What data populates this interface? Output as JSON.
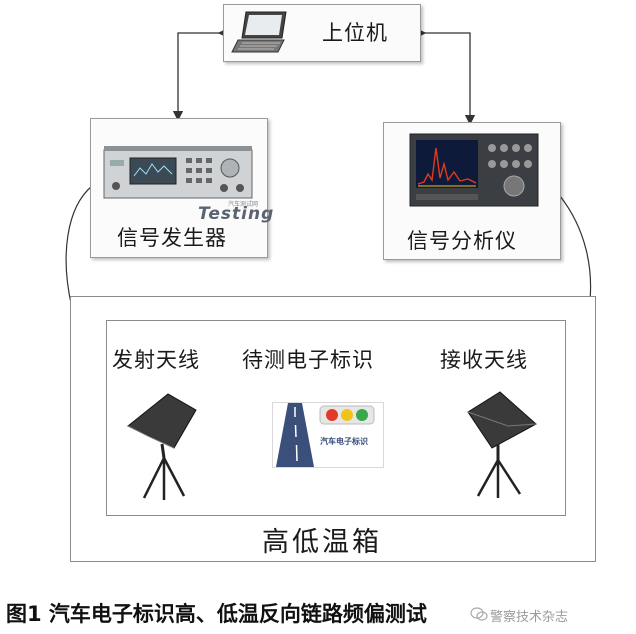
{
  "nodes": {
    "host_pc": "上位机",
    "signal_generator": "信号发生器",
    "signal_analyzer": "信号分析仪",
    "tx_antenna": "发射天线",
    "device_under_test": "待测电子标识",
    "rx_antenna": "接收天线",
    "chamber": "高低温箱"
  },
  "tag_card": {
    "text": "汽车电子标识"
  },
  "watermark": {
    "logo": "Testing",
    "subtext": "汽车测试网",
    "account": "警察技术杂志"
  },
  "caption": "图1  汽车电子标识高、低温反向链路频偏测试",
  "colors": {
    "road": "#3a4f7a",
    "light_red": "#e23a2a",
    "light_yellow": "#f2c21b",
    "light_green": "#3aa84a",
    "spectrum": "#e03a1a"
  }
}
